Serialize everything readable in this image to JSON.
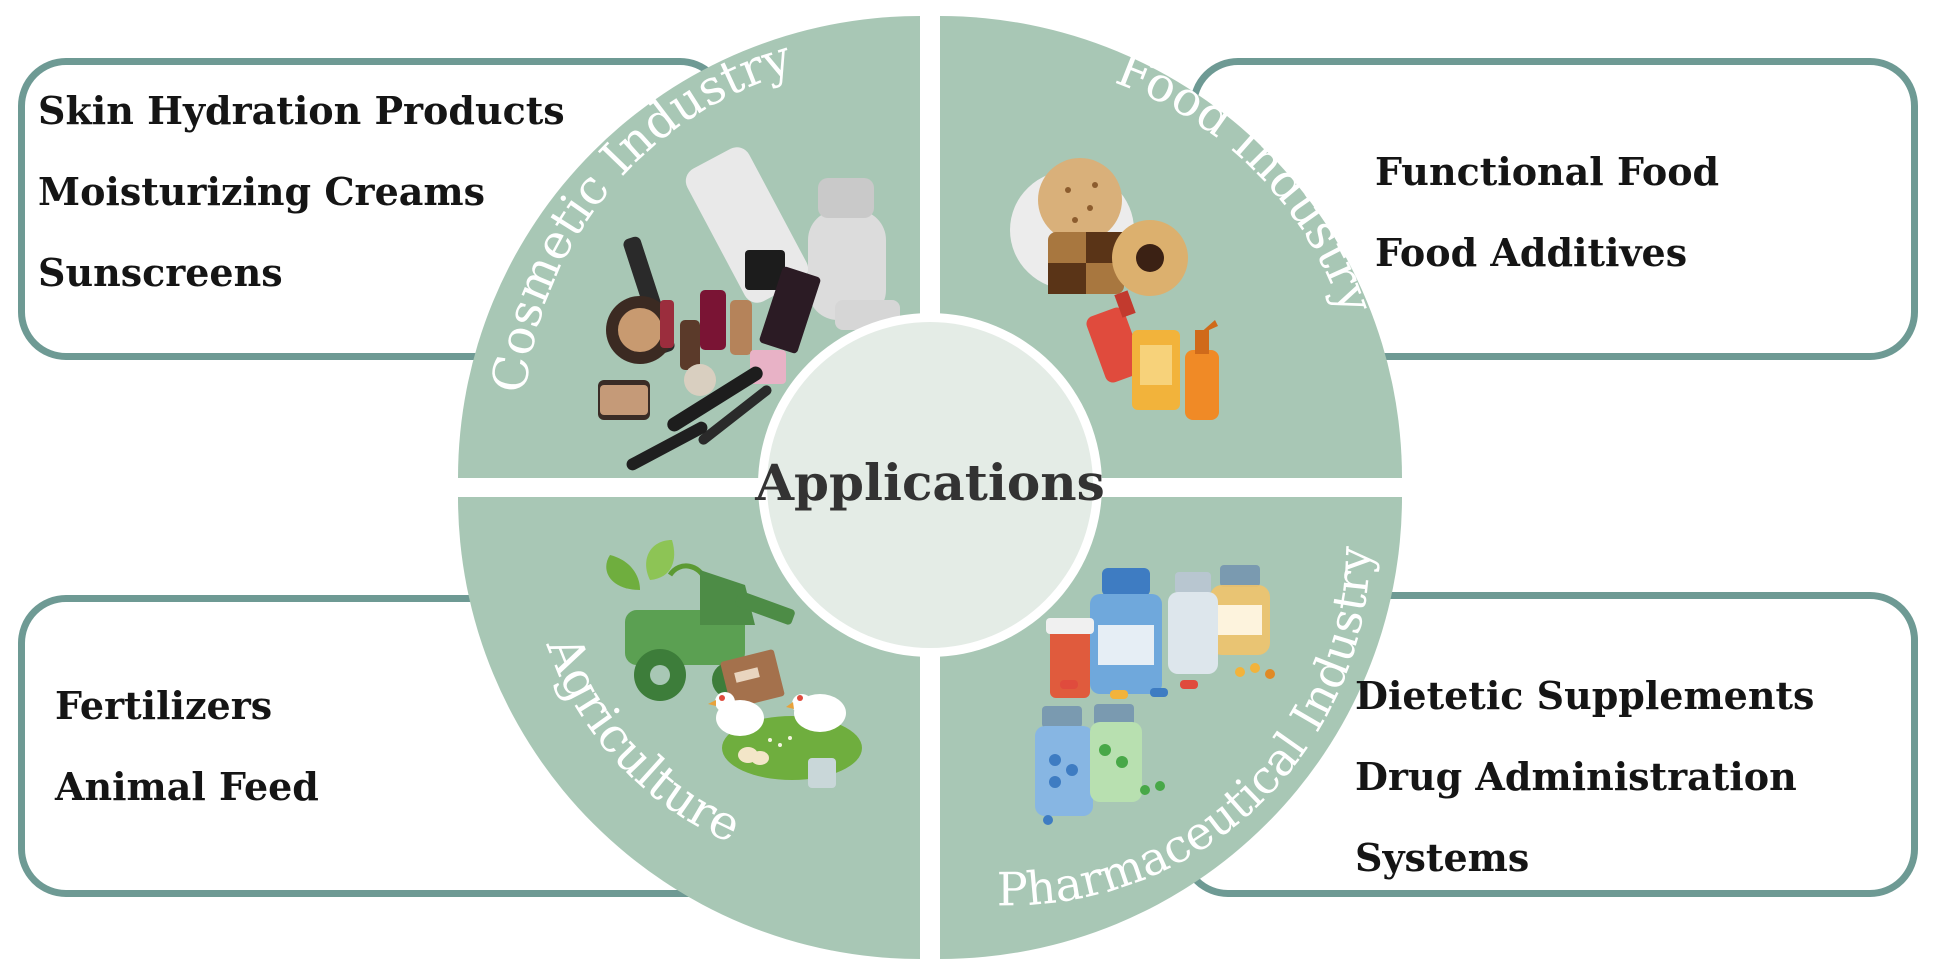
{
  "center": {
    "label": "Applications"
  },
  "quadrants": {
    "cosmetic": {
      "title": "Cosmetic Industry",
      "icon": "cosmetics-products-icon"
    },
    "food": {
      "title": "Food Industry",
      "icon": "biscuits-and-condiments-icon"
    },
    "agriculture": {
      "title": "Agriculture",
      "icon": "tractor-and-chickens-icon"
    },
    "pharma": {
      "title": "Pharmaceutical Industry",
      "icon": "medicine-bottles-and-pills-icon"
    }
  },
  "boxes": {
    "cosmetic": {
      "items": [
        "Skin Hydration Products",
        "Moisturizing Creams",
        "Sunscreens"
      ]
    },
    "food": {
      "items": [
        "Functional Food",
        "Food Additives"
      ]
    },
    "agriculture": {
      "items": [
        "Fertilizers",
        "Animal Feed"
      ]
    },
    "pharma": {
      "items": [
        "Dietetic Supplements",
        "Drug Administration",
        "Systems"
      ]
    }
  },
  "colors": {
    "quadrant_fill": "#a8c7b5",
    "box_border": "#6e9a94",
    "center_fill": "#e4ece6",
    "center_text": "#333333",
    "quadrant_title": "#ffffff",
    "item_text": "#151515"
  }
}
